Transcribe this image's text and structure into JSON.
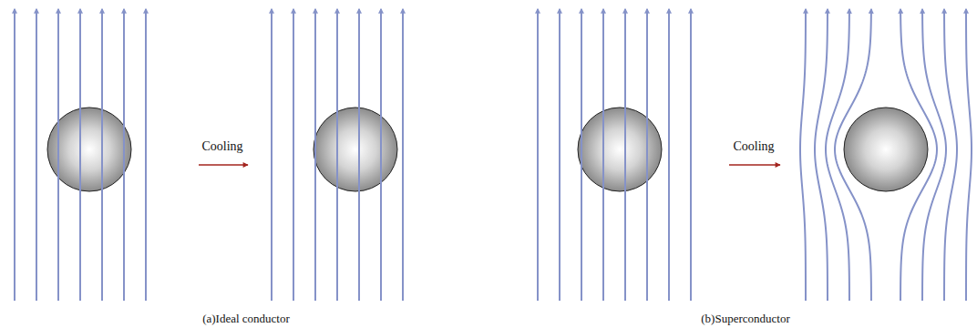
{
  "diagram": {
    "labels": [
      "Cooling",
      "Cooling",
      "(a)Ideal conductor",
      "(b)Superconductor"
    ]
  }
}
